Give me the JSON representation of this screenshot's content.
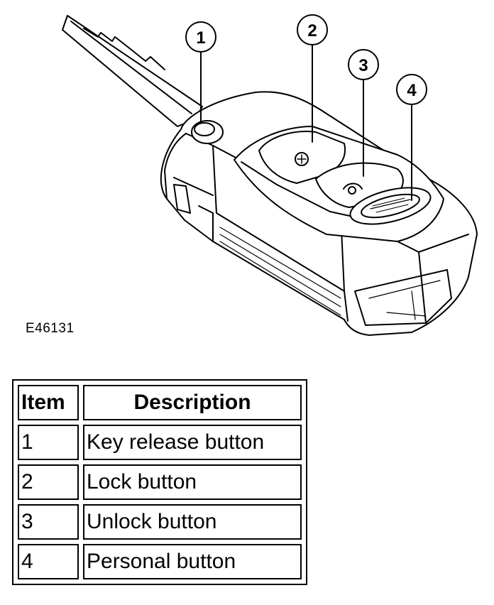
{
  "figure": {
    "id": "E46131",
    "callouts": [
      "1",
      "2",
      "3",
      "4"
    ]
  },
  "legend": {
    "headers": {
      "item": "Item",
      "description": "Description"
    },
    "rows": [
      {
        "item": "1",
        "description": "Key release button"
      },
      {
        "item": "2",
        "description": "Lock button"
      },
      {
        "item": "3",
        "description": "Unlock button"
      },
      {
        "item": "4",
        "description": "Personal button"
      }
    ]
  }
}
